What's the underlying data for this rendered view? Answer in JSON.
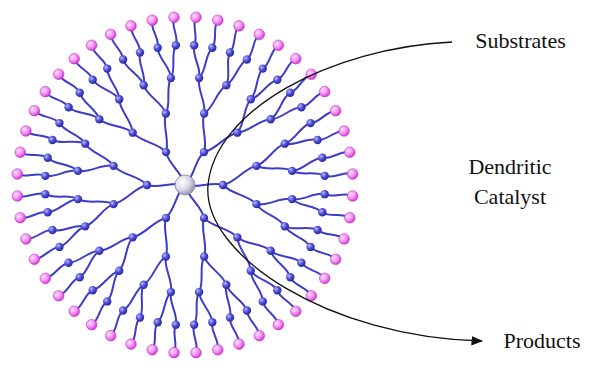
{
  "diagram": {
    "labels": [
      "Substrates",
      "Dendritic Catalyst",
      "Products"
    ]
  }
}
